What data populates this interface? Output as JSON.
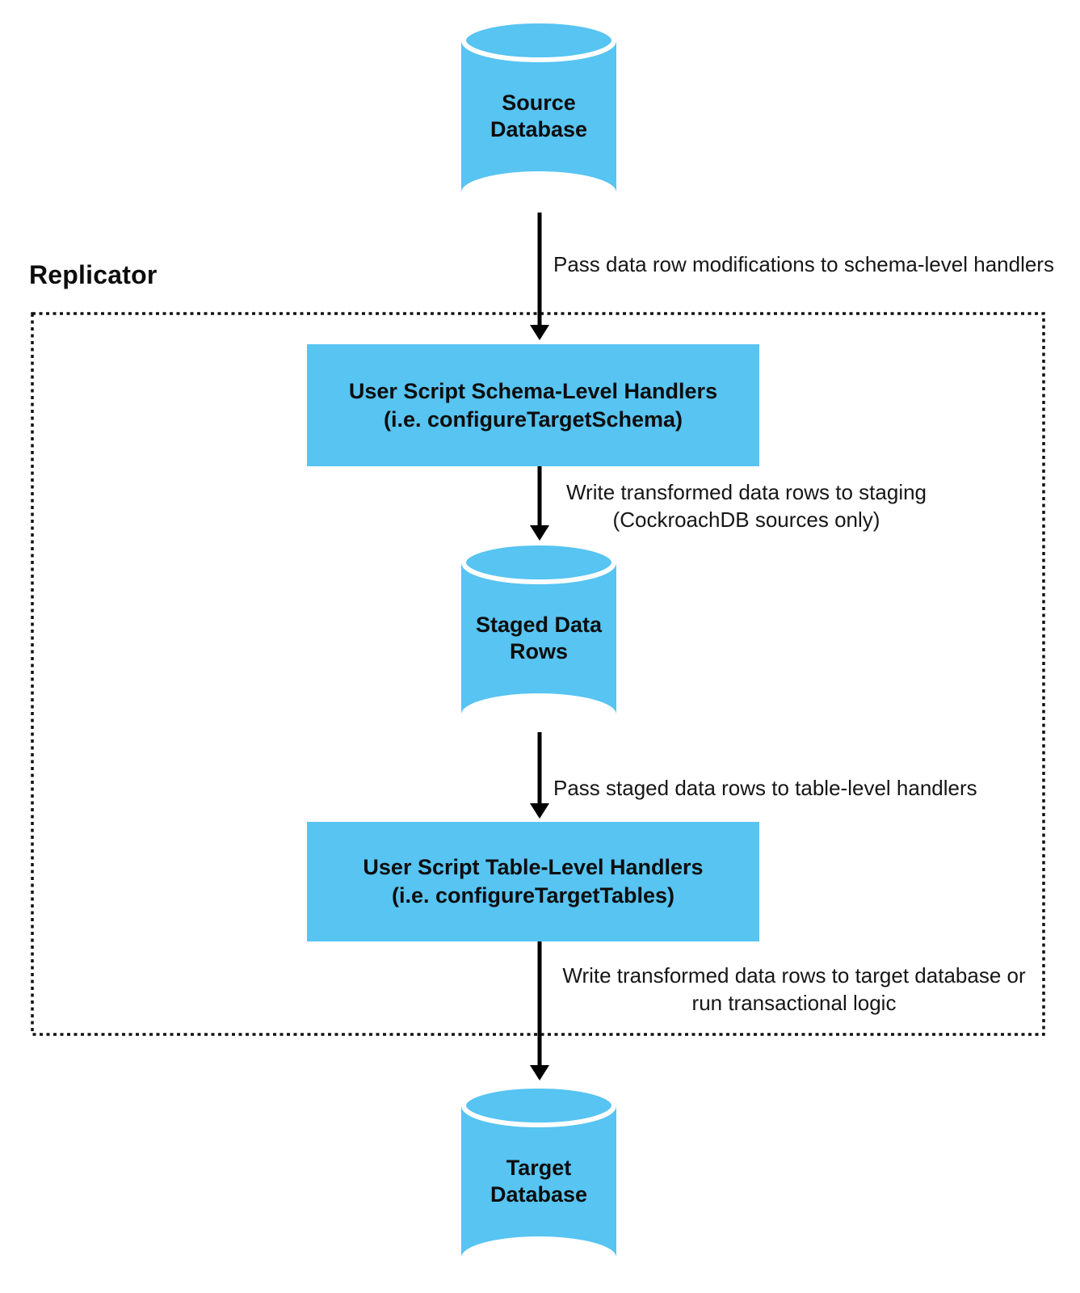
{
  "diagram": {
    "title": "Replicator",
    "colors": {
      "node_fill": "#57C4F2",
      "line": "#000000",
      "text": "#111111"
    },
    "nodes": {
      "source_db": {
        "lines": [
          "Source",
          "Database"
        ]
      },
      "schema_handlers": {
        "lines": [
          "User Script Schema-Level Handlers",
          "(i.e. configureTargetSchema)"
        ]
      },
      "staged_rows": {
        "lines": [
          "Staged Data",
          "Rows"
        ]
      },
      "table_handlers": {
        "lines": [
          "User Script Table-Level Handlers",
          "(i.e. configureTargetTables)"
        ]
      },
      "target_db": {
        "lines": [
          "Target",
          "Database"
        ]
      }
    },
    "edges": {
      "source_to_schema": {
        "lines": [
          "Pass data row modifications to schema-level handlers"
        ]
      },
      "schema_to_staged": {
        "lines": [
          "Write transformed data rows to staging",
          "(CockroachDB sources only)"
        ]
      },
      "staged_to_table": {
        "lines": [
          "Pass staged data rows to table-level handlers"
        ]
      },
      "table_to_target": {
        "lines": [
          "Write transformed data rows to target database or",
          "run transactional logic"
        ]
      }
    }
  }
}
